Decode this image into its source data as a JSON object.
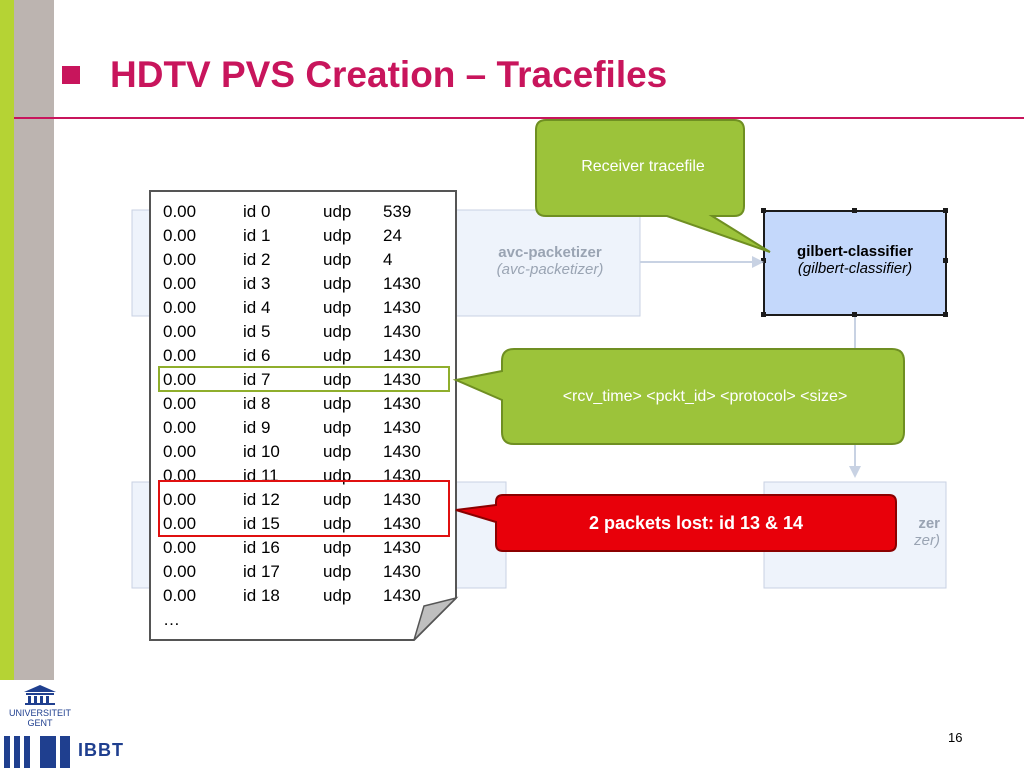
{
  "slide": {
    "title": "HDTV PVS Creation – Tracefiles",
    "page_number": "16"
  },
  "tracefile": {
    "rows": [
      [
        "0.00",
        "id 0",
        "udp",
        "539"
      ],
      [
        "0.00",
        "id 1",
        "udp",
        "24"
      ],
      [
        "0.00",
        "id 2",
        "udp",
        "4"
      ],
      [
        "0.00",
        "id 3",
        "udp",
        "1430"
      ],
      [
        "0.00",
        "id 4",
        "udp",
        "1430"
      ],
      [
        "0.00",
        "id 5",
        "udp",
        "1430"
      ],
      [
        "0.00",
        "id 6",
        "udp",
        "1430"
      ],
      [
        "0.00",
        "id 7",
        "udp",
        "1430"
      ],
      [
        "0.00",
        "id 8",
        "udp",
        "1430"
      ],
      [
        "0.00",
        "id 9",
        "udp",
        "1430"
      ],
      [
        "0.00",
        "id 10",
        "udp",
        "1430"
      ],
      [
        "0.00",
        "id 11",
        "udp",
        "1430"
      ],
      [
        "0.00",
        "id 12",
        "udp",
        "1430"
      ],
      [
        "0.00",
        "id 15",
        "udp",
        "1430"
      ],
      [
        "0.00",
        "id 16",
        "udp",
        "1430"
      ],
      [
        "0.00",
        "id 17",
        "udp",
        "1430"
      ],
      [
        "0.00",
        "id 18",
        "udp",
        "1430"
      ]
    ],
    "ellipsis": "…"
  },
  "callouts": {
    "receiver": "Receiver tracefile",
    "format": "<rcv_time>  <pckt_id> <protocol> <size>",
    "lost": "2 packets lost: id 13 & 14"
  },
  "boxes": {
    "avc_name": "avc-packetizer",
    "avc_type": "(avc-packetizer)",
    "gilbert_name": "gilbert-classifier",
    "gilbert_type": "(gilbert-classifier)",
    "bottom_right_fragment_name": "zer",
    "bottom_right_fragment_type": "zer)"
  },
  "logos": {
    "university_line1": "UNIVERSITEIT",
    "university_line2": "GENT",
    "ibbt": "IBBT"
  },
  "colors": {
    "accent": "#c8155c",
    "green_callout": "#9cc33a",
    "red_callout": "#e8000a",
    "left_band": "#b5d334"
  }
}
